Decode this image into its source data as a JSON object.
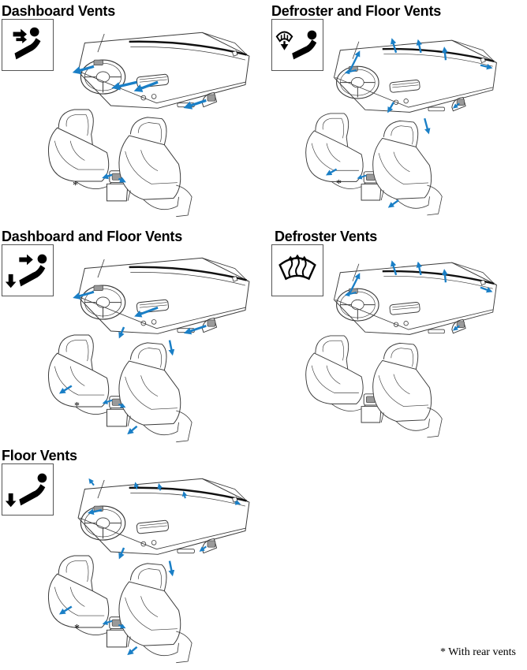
{
  "panels": [
    {
      "id": "dashboard",
      "title": "Dashboard Vents",
      "mode_icon": "dashboard-vent-mode-icon",
      "rear_vent_marker": "*"
    },
    {
      "id": "defroster-floor",
      "title": "Defroster and Floor Vents",
      "mode_icon": "defroster-floor-mode-icon",
      "rear_vent_marker": "*"
    },
    {
      "id": "dashboard-floor",
      "title": "Dashboard and Floor Vents",
      "mode_icon": "dashboard-floor-mode-icon",
      "rear_vent_marker": "*"
    },
    {
      "id": "defroster",
      "title": "Defroster Vents",
      "mode_icon": "defroster-mode-icon"
    },
    {
      "id": "floor",
      "title": "Floor Vents",
      "mode_icon": "floor-mode-icon",
      "rear_vent_marker": "*"
    }
  ],
  "footnote": "* With rear vents",
  "colors": {
    "airflow_arrow": "#1a7fc6",
    "line_art": "#3a3a3a",
    "text": "#000000"
  }
}
